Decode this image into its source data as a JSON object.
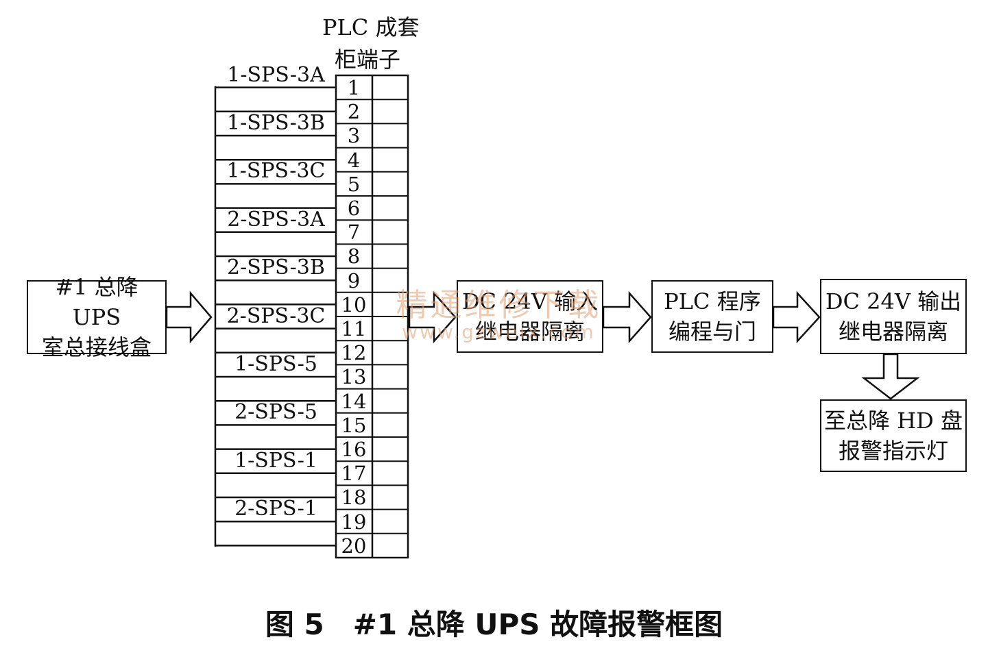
{
  "terminal_header": {
    "line1": "PLC 成套",
    "line2": "柜端子"
  },
  "signals": [
    "1-SPS-3A",
    "1-SPS-3B",
    "1-SPS-3C",
    "2-SPS-3A",
    "2-SPS-3B",
    "2-SPS-3C",
    "1-SPS-5",
    "2-SPS-5",
    "1-SPS-1",
    "2-SPS-1"
  ],
  "terminals": [
    "1",
    "2",
    "3",
    "4",
    "5",
    "6",
    "7",
    "8",
    "9",
    "10",
    "11",
    "12",
    "13",
    "14",
    "15",
    "16",
    "17",
    "18",
    "19",
    "20"
  ],
  "source_box": {
    "line1": "#1 总降 UPS",
    "line2": "室总接线盒"
  },
  "input_relay_box": {
    "line1": "DC 24V 输入",
    "line2": "继电器隔离"
  },
  "plc_box": {
    "line1": "PLC 程序",
    "line2": "编程与门"
  },
  "output_relay_box": {
    "line1": "DC 24V 输出",
    "line2": "继电器隔离"
  },
  "indicator_box": {
    "line1": "至总降 HD 盘",
    "line2": "报警指示灯"
  },
  "caption": "图 5　#1 总降 UPS 故障报警框图",
  "watermark": {
    "line1": "精通维修下载",
    "line2": "www.gzweix.com"
  }
}
